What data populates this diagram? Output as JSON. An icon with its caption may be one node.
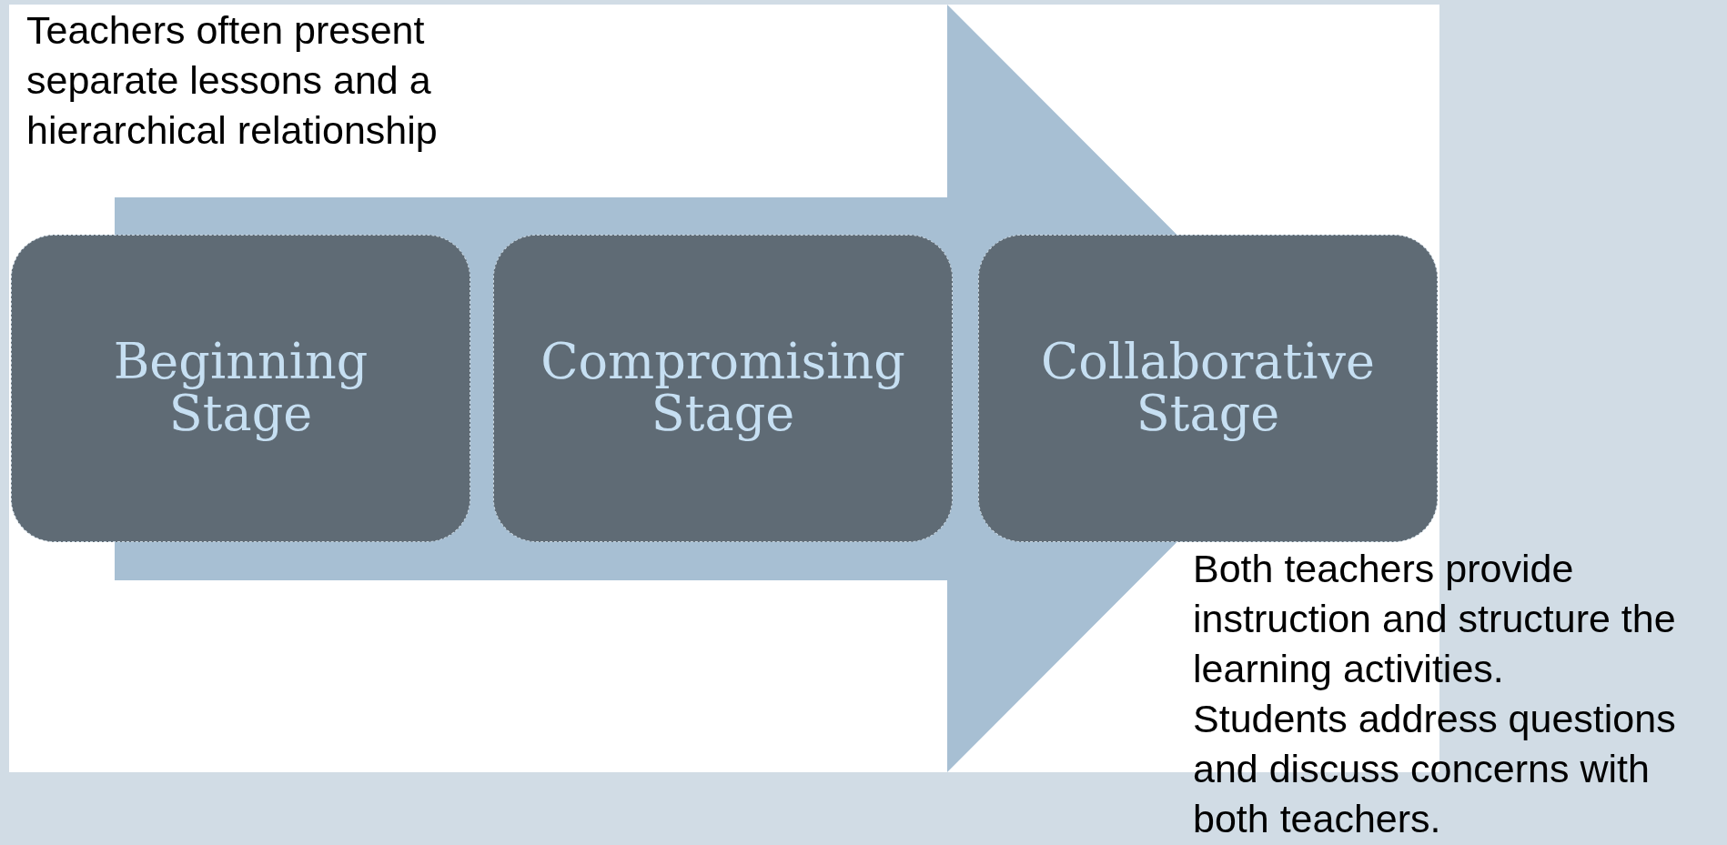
{
  "diagram": {
    "nodes": [
      {
        "text": [
          "Beginning Stage"
        ]
      },
      {
        "text": [
          "Compromising Stage"
        ]
      },
      {
        "text": [
          "Collaborative Stage"
        ]
      }
    ],
    "edges": [
      {
        "from": 0,
        "to": 2,
        "arrow": "to"
      }
    ],
    "labels": [
      "Teachers often present separate lessons and a hierarchical relationship",
      "Both teachers provide instruction and structure the learning activities.",
      "Students address questions and discuss concerns with both teachers."
    ]
  }
}
